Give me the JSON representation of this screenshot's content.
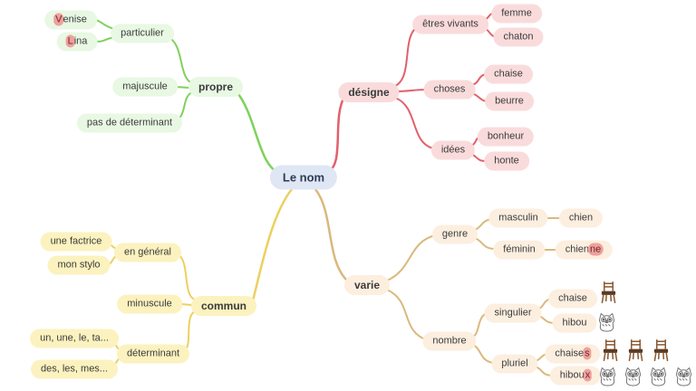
{
  "canvas": {
    "background": "#ffffff"
  },
  "center": {
    "label": "Le nom"
  },
  "nodes": {
    "le_nom": {
      "label": "Le nom"
    },
    "propre": {
      "label": "propre"
    },
    "particulier": {
      "label": "particulier"
    },
    "venise": {
      "hl": "V",
      "post": "enise"
    },
    "lina": {
      "hl": "L",
      "post": "ina"
    },
    "majuscule": {
      "label": "majuscule"
    },
    "pas_de_determinant": {
      "label": "pas de déterminant"
    },
    "designe": {
      "label": "désigne"
    },
    "etres_vivants": {
      "label": "êtres vivants"
    },
    "femme": {
      "label": "femme"
    },
    "chaton": {
      "label": "chaton"
    },
    "choses": {
      "label": "choses"
    },
    "chaise_chose": {
      "label": "chaise"
    },
    "beurre": {
      "label": "beurre"
    },
    "idees": {
      "label": "idées"
    },
    "bonheur": {
      "label": "bonheur"
    },
    "honte": {
      "label": "honte"
    },
    "commun": {
      "label": "commun"
    },
    "en_general": {
      "label": "en général"
    },
    "une_factrice": {
      "label": "une factrice"
    },
    "mon_stylo": {
      "label": "mon stylo"
    },
    "minuscule": {
      "label": "minuscule"
    },
    "determinant": {
      "label": "déterminant"
    },
    "un_une_le_ta": {
      "label": "un, une, le, ta..."
    },
    "des_les_mes": {
      "label": "des, les, mes..."
    },
    "varie": {
      "label": "varie"
    },
    "genre": {
      "label": "genre"
    },
    "masculin": {
      "label": "masculin"
    },
    "chien": {
      "label": "chien"
    },
    "feminin": {
      "label": "féminin"
    },
    "chienne": {
      "pre": "chien",
      "hl": "ne"
    },
    "nombre": {
      "label": "nombre"
    },
    "singulier": {
      "label": "singulier"
    },
    "chaise_sing": {
      "label": "chaise"
    },
    "hibou": {
      "label": "hibou"
    },
    "pluriel": {
      "label": "pluriel"
    },
    "chaises": {
      "pre": "chaise",
      "hl": "s"
    },
    "hiboux": {
      "pre": "hibou",
      "hl": "x"
    }
  },
  "colors": {
    "branch_propre_line": "#7ed25c",
    "branch_designe_line": "#e2606c",
    "branch_commun_line": "#ecd05e",
    "branch_varie_line": "#d9b97c",
    "node_green_bg": "#e8f8e3",
    "node_pink_bg": "#fadbdb",
    "node_yellow_bg": "#fbf2bf",
    "node_peach_bg": "#fcefe0",
    "center_bg": "#dfe6f4",
    "highlight": "#efa09d"
  },
  "icons": {
    "singulier_chaise": {
      "name": "chair-icon",
      "count": 1
    },
    "singulier_hibou": {
      "name": "owl-icon",
      "count": 1
    },
    "pluriel_chaises": {
      "name": "chair-icon",
      "count": 3
    },
    "pluriel_hiboux": {
      "name": "owl-icon",
      "count": 4
    }
  }
}
